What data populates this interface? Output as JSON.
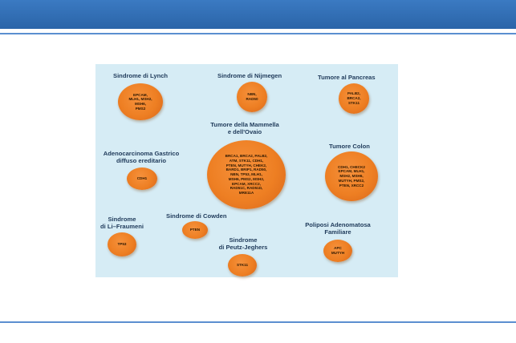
{
  "syndromes": [
    {
      "key": "lynch",
      "title": "Sindrome di Lynch",
      "genes": "EPCAM,\nMLH1, MSH2,\nMSH6,\nPMS2"
    },
    {
      "key": "nijmegen",
      "title": "Sindrome di Nijmegen",
      "genes": "NBN,\nRAD50"
    },
    {
      "key": "pancreas",
      "title": "Tumore al Pancreas",
      "genes": "PALB2,\nBRCA2,\nSTK11"
    },
    {
      "key": "breast-ovary",
      "title": "Tumore della Mammella\ne dell'Ovaio",
      "genes": "BRCA1, BRCA2, PALB2,\nATM, STK11, CDH1,\nPTEN, MUTYH, CHEK2,\nBARD1, BRIP1, RAD50,\nNBN, TP53, MLH1,\nMSH6, PMS2, MSH2,\nEPCAM, XRCC2,\nRAD51C, RAD51D,\nMRE11A"
    },
    {
      "key": "gastric",
      "title": "Adenocarcinoma Gastrico\ndiffuso ereditario",
      "genes": "CDH1"
    },
    {
      "key": "colon",
      "title": "Tumore Colon",
      "genes": "CDH1, CHECK2\nEPCAM, MLH1,\nMSH2, MSH6,\nMUTYH, PMS2,\nPTEN, XRCC2"
    },
    {
      "key": "li-fraumeni",
      "title": "Sindrome\ndi Li–Fraumeni",
      "genes": "TP53"
    },
    {
      "key": "cowden",
      "title": "Sindrome di Cowden",
      "genes": "PTEN"
    },
    {
      "key": "peutz-jeghers",
      "title": "Sindrome\ndi Peutz-Jeghers",
      "genes": "STK11"
    },
    {
      "key": "fap",
      "title": "Poliposi Adenomatosa\nFamiliare",
      "genes": "APC\nMUTYH"
    }
  ],
  "colors": {
    "header": "#2a64a8",
    "panel": "#d6ecf5",
    "circle": "#ee7f23",
    "title_text": "#1f3a5a"
  }
}
